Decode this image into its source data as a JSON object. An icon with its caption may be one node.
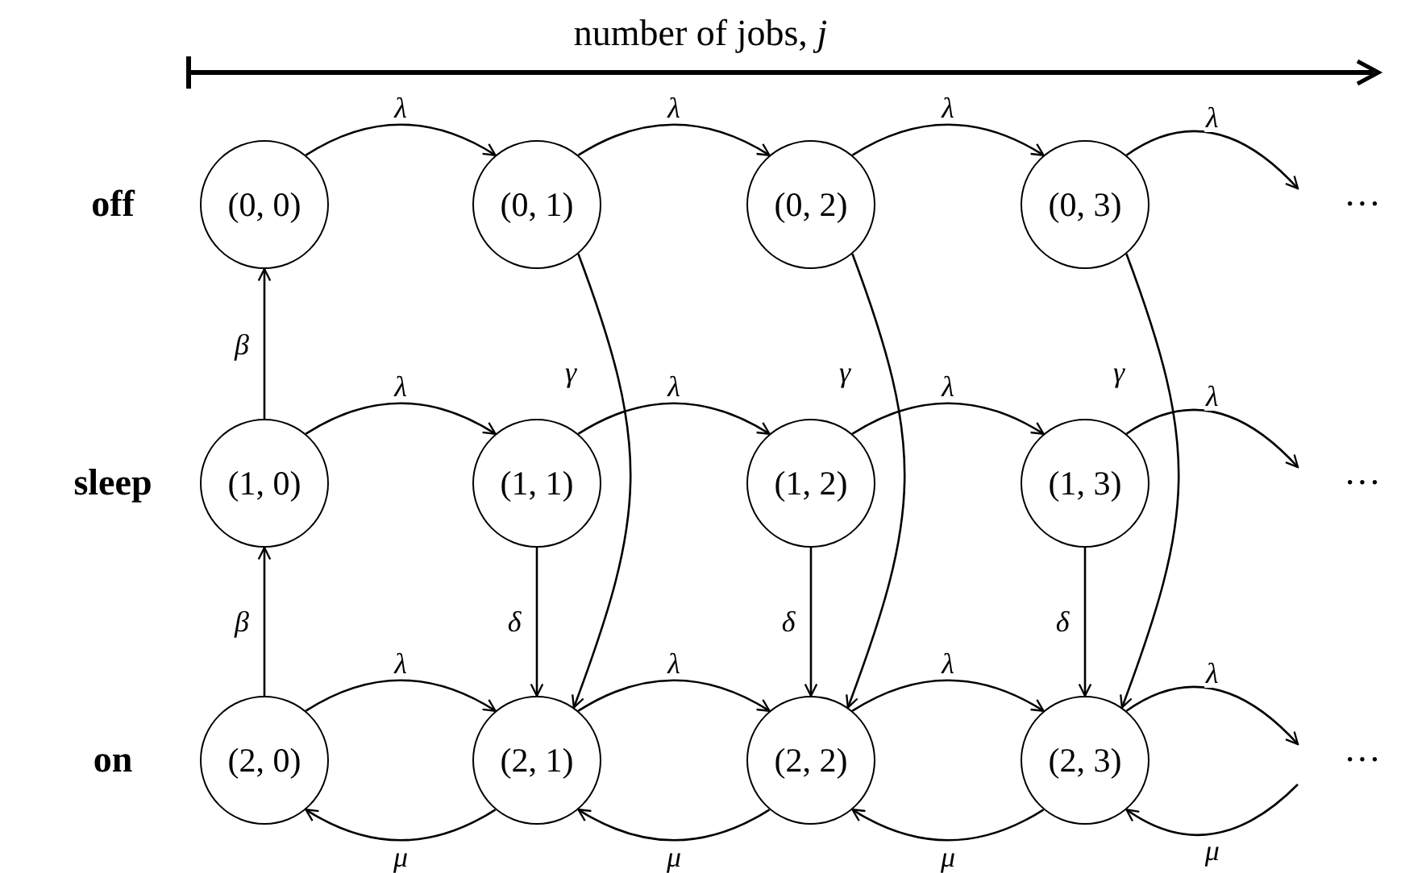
{
  "diagram": {
    "title": "number of jobs, *j*",
    "nodes": [
      {
        "text": [
          "(0, 0)"
        ]
      },
      {
        "text": [
          "(0, 1)"
        ]
      },
      {
        "text": [
          "(0, 2)"
        ]
      },
      {
        "text": [
          "(0, 3)"
        ]
      },
      {
        "text": [
          "(1, 0)"
        ]
      },
      {
        "text": [
          "(1, 1)"
        ]
      },
      {
        "text": [
          "(1, 2)"
        ]
      },
      {
        "text": [
          "(1, 3)"
        ]
      },
      {
        "text": [
          "(2, 0)"
        ]
      },
      {
        "text": [
          "(2, 1)"
        ]
      },
      {
        "text": [
          "(2, 2)"
        ]
      },
      {
        "text": [
          "(2, 3)"
        ]
      }
    ],
    "edges": [
      {
        "from": 0,
        "to": 1,
        "arrow": "to",
        "label": "λ"
      },
      {
        "from": 1,
        "to": 2,
        "arrow": "to",
        "label": "λ"
      },
      {
        "from": 2,
        "to": 3,
        "arrow": "to",
        "label": "λ"
      },
      {
        "from": 3,
        "to": null,
        "arrow": "to",
        "label": "λ"
      },
      {
        "from": 4,
        "to": 5,
        "arrow": "to",
        "label": "λ"
      },
      {
        "from": 5,
        "to": 6,
        "arrow": "to",
        "label": "λ"
      },
      {
        "from": 6,
        "to": 7,
        "arrow": "to",
        "label": "λ"
      },
      {
        "from": 7,
        "to": null,
        "arrow": "to",
        "label": "λ"
      },
      {
        "from": 8,
        "to": 9,
        "arrow": "to",
        "label": "λ"
      },
      {
        "from": 9,
        "to": 10,
        "arrow": "to",
        "label": "λ"
      },
      {
        "from": 10,
        "to": 11,
        "arrow": "to",
        "label": "λ"
      },
      {
        "from": 11,
        "to": null,
        "arrow": "to",
        "label": "λ"
      },
      {
        "from": 9,
        "to": 8,
        "arrow": "to",
        "label": "μ"
      },
      {
        "from": 10,
        "to": 9,
        "arrow": "to",
        "label": "μ"
      },
      {
        "from": 11,
        "to": 10,
        "arrow": "to",
        "label": "μ"
      },
      {
        "from": null,
        "to": 11,
        "arrow": "to",
        "label": "μ"
      },
      {
        "from": 4,
        "to": 0,
        "arrow": "to",
        "label": "β"
      },
      {
        "from": 8,
        "to": 4,
        "arrow": "to",
        "label": "β"
      },
      {
        "from": 5,
        "to": 9,
        "arrow": "to",
        "label": "δ"
      },
      {
        "from": 6,
        "to": 10,
        "arrow": "to",
        "label": "δ"
      },
      {
        "from": 7,
        "to": 11,
        "arrow": "to",
        "label": "δ"
      },
      {
        "from": 1,
        "to": 9,
        "arrow": "to",
        "label": "γ"
      },
      {
        "from": 2,
        "to": 10,
        "arrow": "to",
        "label": "γ"
      },
      {
        "from": 3,
        "to": 11,
        "arrow": "to",
        "label": "γ"
      }
    ],
    "labels": [
      "off",
      "···",
      "sleep",
      "···",
      "on",
      "···"
    ]
  }
}
